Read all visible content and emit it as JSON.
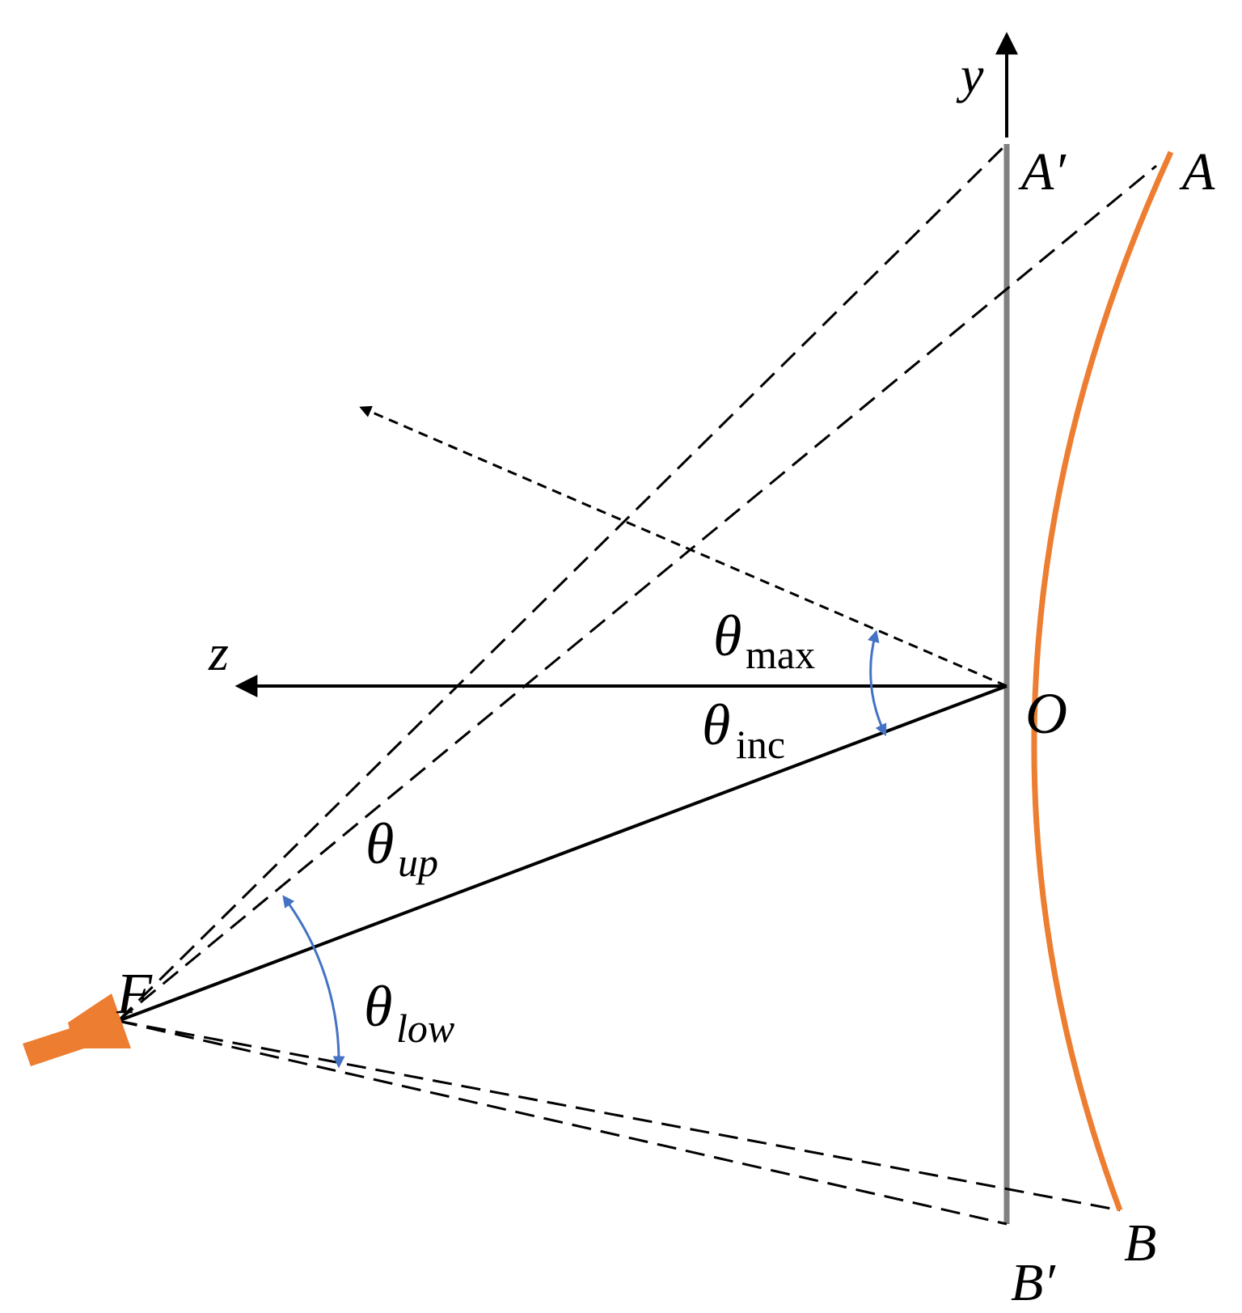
{
  "diagram": {
    "colors": {
      "reflector": "#ED7D31",
      "feed": "#ED7D31",
      "aperture_plane": "#808080",
      "angle_arrows": "#4472C4",
      "lines": "#000000"
    },
    "labels": {
      "y_axis": "y",
      "z_axis": "z",
      "origin": "O",
      "feed_point": "F",
      "point_A": "A",
      "point_A_prime": "A′",
      "point_B": "B",
      "point_B_prime": "B′"
    },
    "angles": {
      "max": {
        "symbol": "θ",
        "sub": "max"
      },
      "inc": {
        "symbol": "θ",
        "sub": "inc"
      },
      "up": {
        "symbol": "θ",
        "sub": "up"
      },
      "low": {
        "symbol": "θ",
        "sub": "low"
      }
    },
    "icons": {
      "feed": "feed-horn-icon",
      "arrowhead": "arrowhead-icon"
    }
  }
}
